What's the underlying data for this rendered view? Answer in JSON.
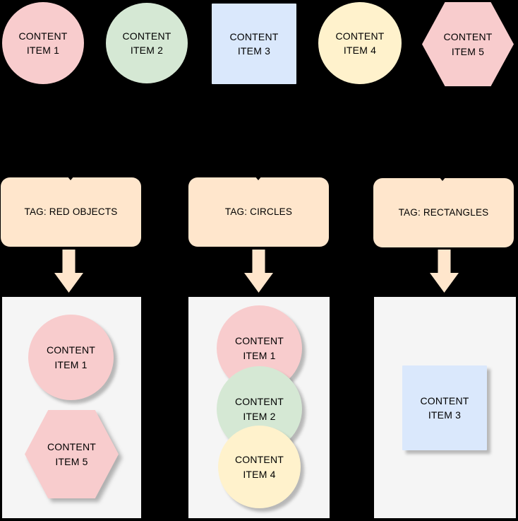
{
  "colors": {
    "background": "#000000",
    "pink": "#f8cccd",
    "green": "#d5e8d4",
    "blue": "#dae8fc",
    "yellow": "#fff2cc",
    "peach": "#ffe6cc",
    "container_bg": "#f5f5f5",
    "text": "#000000"
  },
  "top_items": [
    {
      "label": "CONTENT\nITEM 1",
      "shape": "circle",
      "color": "pink"
    },
    {
      "label": "CONTENT\nITEM 2",
      "shape": "circle",
      "color": "green"
    },
    {
      "label": "CONTENT\nITEM 3",
      "shape": "square",
      "color": "blue"
    },
    {
      "label": "CONTENT\nITEM 4",
      "shape": "circle",
      "color": "yellow"
    },
    {
      "label": "CONTENT\nITEM 5",
      "shape": "hexagon",
      "color": "pink"
    }
  ],
  "tags": [
    {
      "label": "TAG: RED OBJECTS"
    },
    {
      "label": "TAG: CIRCLES"
    },
    {
      "label": "TAG: RECTANGLES"
    }
  ],
  "groups": [
    {
      "tag": "TAG: RED OBJECTS",
      "items": [
        {
          "label": "CONTENT\nITEM 1",
          "shape": "circle",
          "color": "pink"
        },
        {
          "label": "CONTENT\nITEM 5",
          "shape": "hexagon",
          "color": "pink"
        }
      ]
    },
    {
      "tag": "TAG: CIRCLES",
      "items": [
        {
          "label": "CONTENT\nITEM 1",
          "shape": "circle",
          "color": "pink"
        },
        {
          "label": "CONTENT\nITEM 2",
          "shape": "circle",
          "color": "green"
        },
        {
          "label": "CONTENT\nITEM 4",
          "shape": "circle",
          "color": "yellow"
        }
      ]
    },
    {
      "tag": "TAG: RECTANGLES",
      "items": [
        {
          "label": "CONTENT\nITEM 3",
          "shape": "square",
          "color": "blue"
        }
      ]
    }
  ]
}
